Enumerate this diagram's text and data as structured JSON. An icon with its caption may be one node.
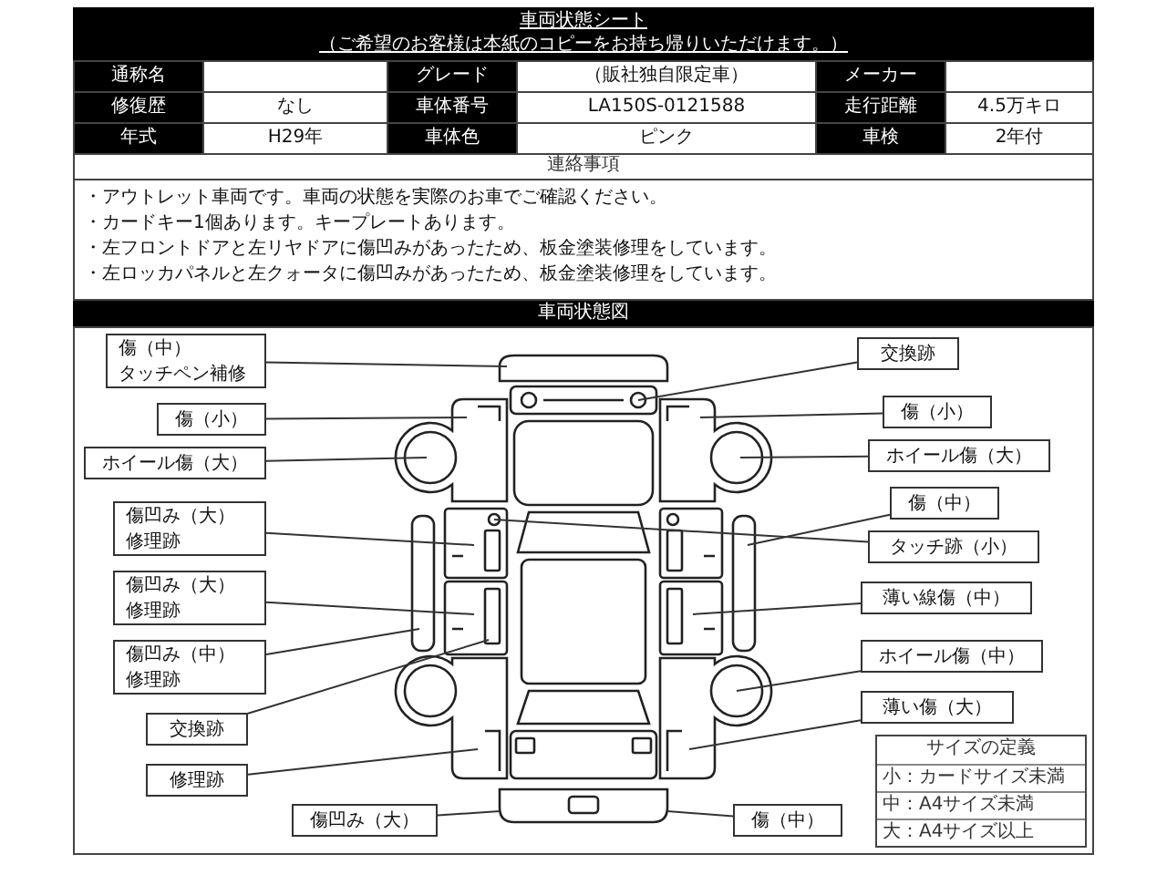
{
  "diagram": {
    "title": "車両状態シート",
    "nodes": [
      {
        "text": [
          "傷（中）",
          "タッチペン補修"
        ]
      },
      {
        "text": [
          "傷（小）"
        ]
      },
      {
        "text": [
          "ホイール傷（大）"
        ]
      },
      {
        "text": [
          "傷凹み（大）",
          "修理跡"
        ]
      },
      {
        "text": [
          "傷凹み（大）",
          "修理跡"
        ]
      },
      {
        "text": [
          "傷凹み（中）",
          "修理跡"
        ]
      },
      {
        "text": [
          "交換跡"
        ]
      },
      {
        "text": [
          "修理跡"
        ]
      },
      {
        "text": [
          "傷凹み（大）"
        ]
      },
      {
        "text": [
          "交換跡"
        ]
      },
      {
        "text": [
          "傷（小）"
        ]
      },
      {
        "text": [
          "ホイール傷（大）"
        ]
      },
      {
        "text": [
          "傷（中）"
        ]
      },
      {
        "text": [
          "タッチ跡（小）"
        ]
      },
      {
        "text": [
          "薄い線傷（中）"
        ]
      },
      {
        "text": [
          "ホイール傷（中）"
        ]
      },
      {
        "text": [
          "薄い傷（大）"
        ]
      },
      {
        "text": [
          "傷（中）"
        ]
      }
    ],
    "edges": [
      {
        "from": 0,
        "to": null,
        "arrow": "none"
      },
      {
        "from": 1,
        "to": null,
        "arrow": "none"
      },
      {
        "from": 2,
        "to": null,
        "arrow": "none"
      },
      {
        "from": 3,
        "to": null,
        "arrow": "none"
      },
      {
        "from": 4,
        "to": null,
        "arrow": "none"
      },
      {
        "from": 5,
        "to": null,
        "arrow": "none"
      },
      {
        "from": 6,
        "to": null,
        "arrow": "none"
      },
      {
        "from": 7,
        "to": null,
        "arrow": "none"
      },
      {
        "from": 8,
        "to": null,
        "arrow": "none"
      },
      {
        "from": 9,
        "to": null,
        "arrow": "none"
      },
      {
        "from": 10,
        "to": null,
        "arrow": "none"
      },
      {
        "from": 11,
        "to": null,
        "arrow": "none"
      },
      {
        "from": 12,
        "to": null,
        "arrow": "none"
      },
      {
        "from": 13,
        "to": null,
        "arrow": "none"
      },
      {
        "from": 14,
        "to": null,
        "arrow": "none"
      },
      {
        "from": 15,
        "to": null,
        "arrow": "none"
      },
      {
        "from": 16,
        "to": null,
        "arrow": "none"
      },
      {
        "from": 17,
        "to": null,
        "arrow": "none"
      }
    ],
    "labels": [
      "（ご希望のお客様は本紙のコピーをお持ち帰りいただけます。）",
      "通称名",
      "グレード",
      "（販社独自限定車）",
      "メーカー",
      "修復歴",
      "なし",
      "車体番号",
      "LA150S-0121588",
      "走行距離",
      "4.5万キロ",
      "年式",
      "H29年",
      "車体色",
      "ピンク",
      "車検",
      "2年付",
      "連絡事項",
      "・アウトレット車両です。車両の状態を実際のお車でご確認ください。",
      "・カードキー1個あります。キープレートあります。",
      "・左フロントドアと左リヤドアに傷凹みがあったため、板金塗装修理をしています。",
      "・左ロッカパネルと左クォータに傷凹みがあったため、板金塗装修理をしています。",
      "車両状態図",
      "サイズの定義",
      "小：カードサイズ未満",
      "中：A4サイズ未満",
      "大：A4サイズ以上"
    ]
  }
}
